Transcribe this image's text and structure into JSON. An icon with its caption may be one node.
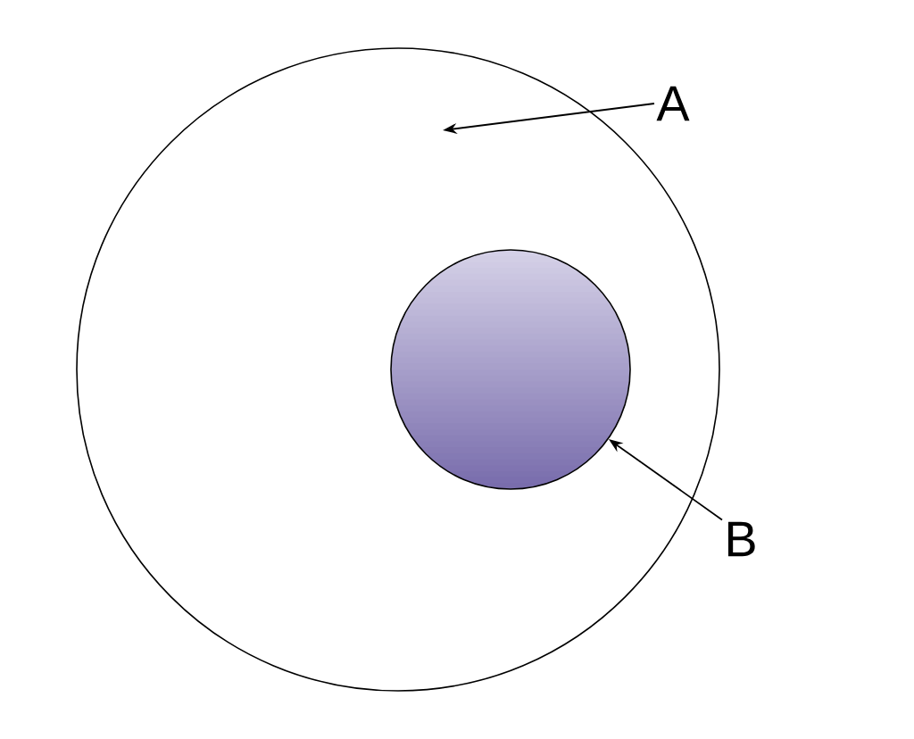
{
  "diagram": {
    "nodes": [
      {
        "text": [],
        "shape": "circle"
      },
      {
        "text": [],
        "shape": "circle",
        "in": 0
      },
      {
        "text": [
          "A"
        ]
      },
      {
        "text": [
          "B"
        ]
      }
    ],
    "edges": [
      {
        "from": 2,
        "to": 0,
        "arrow": "to"
      },
      {
        "from": 3,
        "to": 1,
        "arrow": "to"
      }
    ]
  }
}
